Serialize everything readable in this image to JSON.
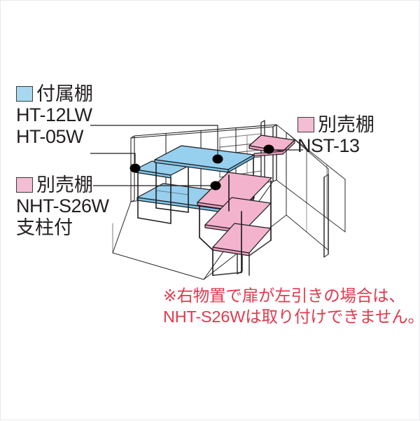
{
  "diagram": {
    "type": "isometric-line-drawing",
    "subject": "storage-shed-interior-shelving-layout",
    "colors": {
      "shelf_included_blue": "#a8d8f0",
      "shelf_optional_pink": "#f3bdd4",
      "line": "#231f20",
      "warning_red": "#e03a4e",
      "background": "#ffffff"
    }
  },
  "legend": {
    "included_shelf": {
      "swatch_color": "#a8d8f0",
      "title": "付属棚",
      "codes": [
        "HT-12LW",
        "HT-05W"
      ]
    },
    "optional_shelf_left": {
      "swatch_color": "#f3bdd4",
      "title": "別売棚",
      "code": "NHT-S26W",
      "note": "支柱付"
    },
    "optional_shelf_right": {
      "swatch_color": "#f3bdd4",
      "title": "別売棚",
      "code": "NST-13"
    }
  },
  "warning": {
    "line1": "※右物置で扉が左引きの場合は、",
    "line2": "NHT-S26Wは取り付けできません。"
  }
}
